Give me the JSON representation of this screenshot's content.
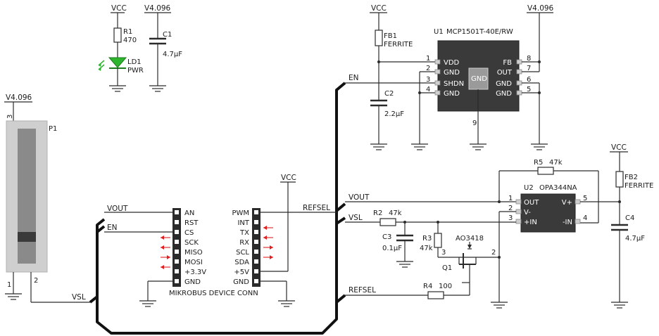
{
  "supply": {
    "vcc_led": "VCC",
    "v4096_c1": "V4.096",
    "v4096_p1": "V4.096",
    "vcc_fb1": "VCC",
    "v4096_u1": "V4.096",
    "vcc_header": "VCC",
    "vcc_fb2": "VCC"
  },
  "components": {
    "r1": {
      "ref": "R1",
      "value": "470"
    },
    "ld1": {
      "ref": "LD1",
      "value": "PWR"
    },
    "c1": {
      "ref": "C1",
      "value": "4.7µF"
    },
    "p1": {
      "ref": "P1",
      "pin1": "1",
      "pin2": "2",
      "pin3": "3"
    },
    "fb1": {
      "ref": "FB1",
      "value": "FERRITE"
    },
    "c2": {
      "ref": "C2",
      "value": "2.2µF"
    },
    "u1": {
      "ref": "U1",
      "part": "MCP1501T-40E/RW",
      "center": "GND",
      "left_pins": [
        {
          "num": "1",
          "name": "VDD"
        },
        {
          "num": "2",
          "name": "GND"
        },
        {
          "num": "3",
          "name": "SHDN"
        },
        {
          "num": "4",
          "name": "GND"
        }
      ],
      "right_pins": [
        {
          "num": "8",
          "name": "FB"
        },
        {
          "num": "7",
          "name": "OUT"
        },
        {
          "num": "6",
          "name": "GND"
        },
        {
          "num": "5",
          "name": "GND"
        }
      ],
      "bottom_pin": "9"
    },
    "u2": {
      "ref": "U2",
      "part": "OPA344NA",
      "left_pins": [
        {
          "num": "1",
          "name": "OUT"
        },
        {
          "num": "2",
          "name": "V-"
        },
        {
          "num": "3",
          "name": "+IN"
        }
      ],
      "right_pins": [
        {
          "num": "5",
          "name": "V+"
        },
        {
          "num": "4",
          "name": "-IN"
        }
      ]
    },
    "r5": {
      "ref": "R5",
      "value": "47k"
    },
    "fb2": {
      "ref": "FB2",
      "value": "FERRITE"
    },
    "c4": {
      "ref": "C4",
      "value": "4.7µF"
    },
    "r2": {
      "ref": "R2",
      "value": "47k"
    },
    "c3": {
      "ref": "C3",
      "value": "0.1µF"
    },
    "r3": {
      "ref": "R3",
      "value": "47k"
    },
    "q1": {
      "ref": "Q1",
      "part": "AO3418",
      "pin2": "2",
      "pin3": "3"
    },
    "r4": {
      "ref": "R4",
      "value": "100"
    }
  },
  "nets": {
    "vout_left": "VOUT",
    "en_left": "EN",
    "vsl_left": "VSL",
    "en_top": "EN",
    "vout_right": "VOUT",
    "vsl_right": "VSL",
    "refsel_top": "REFSEL",
    "refsel_bottom": "REFSEL"
  },
  "mikrobus": {
    "title": "MIKROBUS DEVICE CONN",
    "left": [
      "AN",
      "RST",
      "CS",
      "SCK",
      "MISO",
      "MOSI",
      "+3.3V",
      "GND"
    ],
    "right": [
      "PWM",
      "INT",
      "TX",
      "RX",
      "SCL",
      "SDA",
      "+5V",
      "GND"
    ]
  },
  "colors": {
    "led": "#2db52d",
    "signal_arrow": "#e02020",
    "ic_body": "#3a3a3a",
    "wire": "#2b2b2b"
  }
}
